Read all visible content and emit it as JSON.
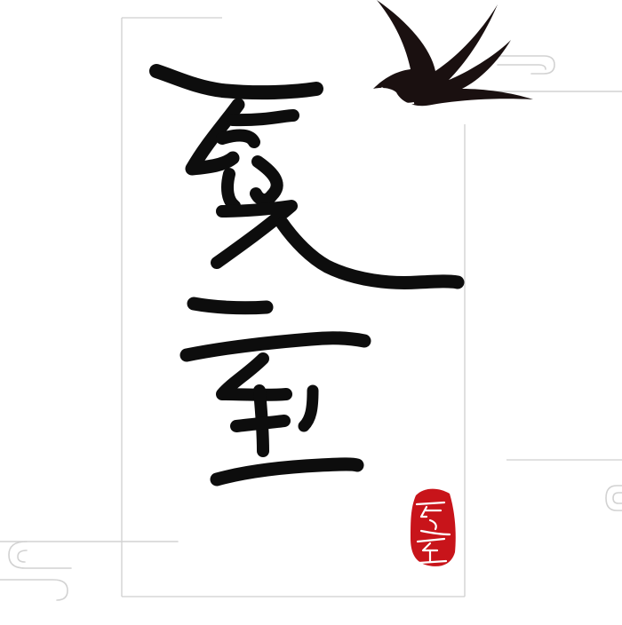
{
  "artwork": {
    "main_glyphs": [
      "夏",
      "至"
    ],
    "seal_text": "夏至"
  },
  "colors": {
    "ink": "#0d0d0d",
    "seal_red": "#c8141a",
    "frame_gray": "#cfcfcf",
    "background": "#ffffff"
  },
  "icons": [
    "swallow-icon",
    "cloud-motif-icon",
    "seal-stamp-icon"
  ]
}
